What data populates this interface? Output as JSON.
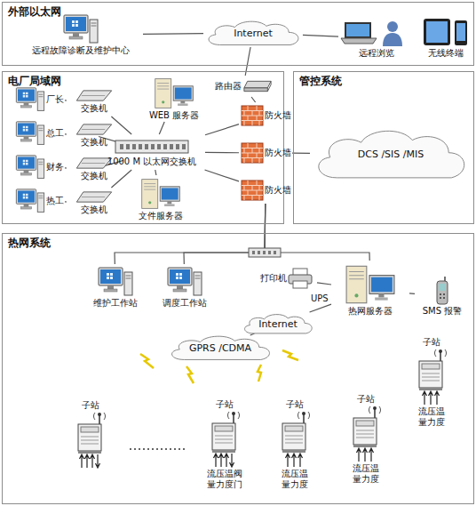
{
  "diagram": {
    "nodes": [
      {
        "text": [
          "外部以太网"
        ]
      },
      {
        "text": [
          "Internet"
        ],
        "in": 0
      },
      {
        "text": [
          "远程故障诊断及维护中心"
        ],
        "in": 0
      },
      {
        "text": [
          "远程浏览"
        ],
        "in": 0
      },
      {
        "text": [
          "无线终端"
        ],
        "in": 0
      },
      {
        "text": [
          "电厂局域网"
        ]
      },
      {
        "text": [
          "厂长"
        ],
        "in": 5
      },
      {
        "text": [
          "交换机"
        ],
        "in": 5
      },
      {
        "text": [
          "总工"
        ],
        "in": 5
      },
      {
        "text": [
          "交换机"
        ],
        "in": 5
      },
      {
        "text": [
          "财务"
        ],
        "in": 5
      },
      {
        "text": [
          "交换机"
        ],
        "in": 5
      },
      {
        "text": [
          "热工"
        ],
        "in": 5
      },
      {
        "text": [
          "交换机"
        ],
        "in": 5
      },
      {
        "text": [
          "WEB 服务器"
        ],
        "in": 5
      },
      {
        "text": [
          "1000 M 以太网交换机"
        ],
        "in": 5
      },
      {
        "text": [
          "文件服务器"
        ],
        "in": 5
      },
      {
        "text": [
          "路由器"
        ],
        "in": 5
      },
      {
        "text": [
          "防火墙"
        ],
        "in": 5
      },
      {
        "text": [
          "防火墙"
        ],
        "in": 5
      },
      {
        "text": [
          "防火墙"
        ],
        "in": 5
      },
      {
        "text": [
          "管控系统"
        ]
      },
      {
        "text": [
          "DCS /SIS /MIS"
        ],
        "in": 21
      },
      {
        "text": [
          "热网系统"
        ]
      },
      {
        "text": [
          "维护工作站"
        ],
        "in": 23
      },
      {
        "text": [
          "调度工作站"
        ],
        "in": 23
      },
      {
        "text": [
          "打印机"
        ],
        "in": 23
      },
      {
        "text": [
          "热网服务器"
        ],
        "in": 23
      },
      {
        "text": [
          "SMS 报警"
        ],
        "in": 23
      },
      {
        "text": [
          "Internet"
        ],
        "in": 23
      },
      {
        "text": [
          "GPRS /CDMA"
        ],
        "in": 23
      },
      {
        "text": [
          "子站"
        ],
        "in": 23
      },
      {
        "text": [
          "子站",
          "流压温阀 量力度门"
        ],
        "in": 23
      },
      {
        "text": [
          "子站",
          "流压温 量力度"
        ],
        "in": 23
      },
      {
        "text": [
          "子站",
          "流压温 量力度"
        ],
        "in": 23
      },
      {
        "text": [
          "子站",
          "流压温 量力度"
        ],
        "in": 23
      }
    ],
    "edges": [
      {
        "from": 2,
        "to": 1,
        "arrow": "none"
      },
      {
        "from": 1,
        "to": 3,
        "arrow": "none"
      },
      {
        "from": 1,
        "to": 17,
        "arrow": "none"
      },
      {
        "from": 6,
        "to": 7,
        "arrow": "none"
      },
      {
        "from": 8,
        "to": 9,
        "arrow": "none"
      },
      {
        "from": 10,
        "to": 11,
        "arrow": "none"
      },
      {
        "from": 12,
        "to": 13,
        "arrow": "none"
      },
      {
        "from": 7,
        "to": 15,
        "arrow": "none"
      },
      {
        "from": 9,
        "to": 15,
        "arrow": "none"
      },
      {
        "from": 11,
        "to": 15,
        "arrow": "none"
      },
      {
        "from": 13,
        "to": 15,
        "arrow": "none"
      },
      {
        "from": 14,
        "to": 15,
        "arrow": "none"
      },
      {
        "from": 16,
        "to": 15,
        "arrow": "none"
      },
      {
        "from": 17,
        "to": 18,
        "arrow": "none"
      },
      {
        "from": 18,
        "to": 15,
        "arrow": "none"
      },
      {
        "from": 19,
        "to": 15,
        "arrow": "none"
      },
      {
        "from": 20,
        "to": 15,
        "arrow": "none"
      },
      {
        "from": 19,
        "to": 22,
        "arrow": "none"
      },
      {
        "from": 20,
        "to": 24,
        "arrow": "none"
      },
      {
        "from": 20,
        "to": 25,
        "arrow": "none"
      },
      {
        "from": 20,
        "to": 27,
        "arrow": "none"
      },
      {
        "from": 27,
        "to": 26,
        "arrow": "none"
      },
      {
        "from": 27,
        "to": 28,
        "arrow": "none"
      },
      {
        "from": 27,
        "to": 29,
        "arrow": "none"
      },
      {
        "from": 29,
        "to": 30,
        "arrow": "none"
      }
    ],
    "labels": [
      "UPS"
    ]
  }
}
